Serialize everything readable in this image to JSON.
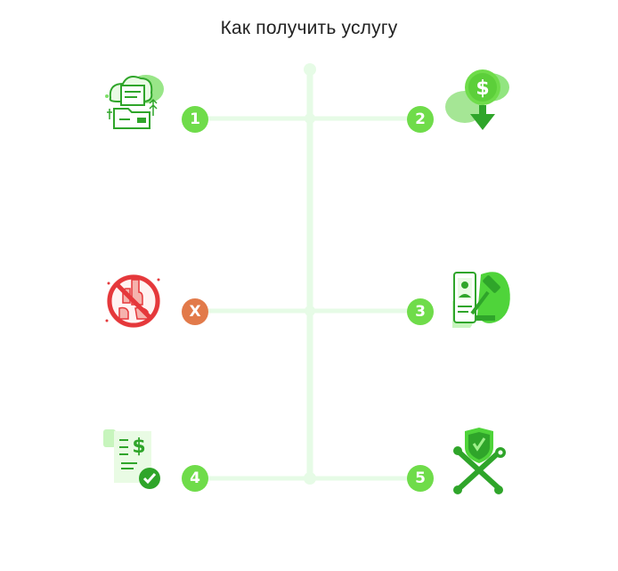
{
  "title": "Как получить услугу",
  "steps": [
    {
      "id": "1",
      "label": "1",
      "icon": "cloud-documents-icon",
      "side": "left",
      "status": "step",
      "color": "#6fdc4a"
    },
    {
      "id": "2",
      "label": "2",
      "icon": "dollar-download-icon",
      "side": "right",
      "status": "step",
      "color": "#6fdc4a"
    },
    {
      "id": "x",
      "label": "X",
      "icon": "no-protest-icon",
      "side": "left",
      "status": "forbidden",
      "color": "#e27a4a"
    },
    {
      "id": "3",
      "label": "3",
      "icon": "online-court-gavel-icon",
      "side": "right",
      "status": "step",
      "color": "#6fdc4a"
    },
    {
      "id": "4",
      "label": "4",
      "icon": "paid-receipt-icon",
      "side": "left",
      "status": "step",
      "color": "#6fdc4a"
    },
    {
      "id": "5",
      "label": "5",
      "icon": "shield-tools-icon",
      "side": "right",
      "status": "step",
      "color": "#6fdc4a"
    }
  ],
  "colors": {
    "line": "#e6fbe6",
    "accent": "#6fdc4a",
    "accent_dark": "#2fa52a",
    "warning": "#e27a4a",
    "danger": "#e5383b"
  }
}
